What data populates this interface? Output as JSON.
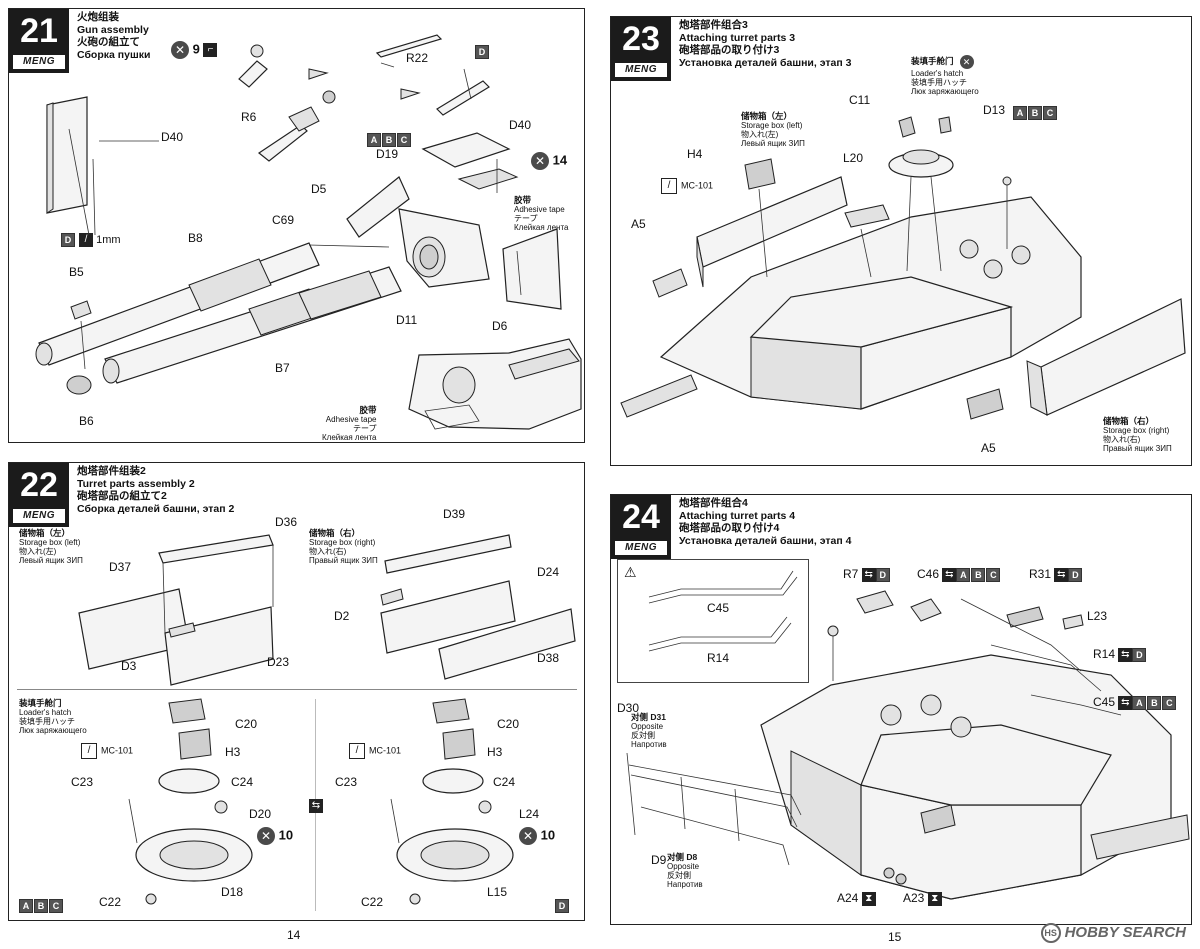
{
  "step21": {
    "num": "21",
    "brand": "MENG",
    "zh": "火炮组装",
    "en": "Gun assembly",
    "jp": "火砲の組立て",
    "ru": "Сборка пушки",
    "x9": "9",
    "d_badge": "D",
    "size": "1mm",
    "abc": [
      "A",
      "B",
      "C"
    ],
    "x14": "14",
    "tape1": {
      "zh": "胶带",
      "en": "Adhesive tape",
      "jp": "テープ",
      "ru": "Клейкая лента"
    },
    "tape2": {
      "zh": "胶带",
      "en": "Adhesive tape",
      "jp": "テープ",
      "ru": "Клейкая лента"
    },
    "labels": {
      "R22": "R22",
      "R6": "R6",
      "D40a": "D40",
      "D40b": "D40",
      "D19": "D19",
      "D5": "D5",
      "C69": "C69",
      "B8": "B8",
      "B5": "B5",
      "B7": "B7",
      "B6": "B6",
      "D11": "D11",
      "D6": "D6"
    }
  },
  "step22": {
    "num": "22",
    "brand": "MENG",
    "zh": "炮塔部件组装2",
    "en": "Turret parts assembly 2",
    "jp": "砲塔部品の組立て2",
    "ru": "Сборка деталей башни, этап 2",
    "boxL": {
      "zh": "储物箱（左）",
      "en": "Storage box (left)",
      "jp": "物入れ(左)",
      "ru": "Левый ящик ЗИП"
    },
    "boxR": {
      "zh": "储物箱（右）",
      "en": "Storage box (right)",
      "jp": "物入れ(右)",
      "ru": "Правый ящик ЗИП"
    },
    "hatch": {
      "zh": "装填手舱门",
      "en": "Loader's hatch",
      "jp": "装填手用ハッチ",
      "ru": "Люк заряжающего"
    },
    "paint": "MC-101",
    "x10": "10",
    "abc": [
      "A",
      "B",
      "C"
    ],
    "d": "D",
    "labels": {
      "D36": "D36",
      "D37": "D37",
      "D3": "D3",
      "D23": "D23",
      "D39": "D39",
      "D24": "D24",
      "D2": "D2",
      "D38": "D38",
      "C20a": "C20",
      "H3a": "H3",
      "C23a": "C23",
      "C24a": "C24",
      "D20": "D20",
      "C22a": "C22",
      "D18": "D18",
      "C20b": "C20",
      "H3b": "H3",
      "C23b": "C23",
      "C24b": "C24",
      "L24": "L24",
      "C22b": "C22",
      "L15": "L15"
    }
  },
  "step23": {
    "num": "23",
    "brand": "MENG",
    "zh": "炮塔部件组合3",
    "en": "Attaching turret parts 3",
    "jp": "砲塔部品の取り付け3",
    "ru": "Установка деталей башни, этап 3",
    "hatch": {
      "zh": "装填手舱门",
      "en": "Loader's hatch",
      "jp": "装填手用ハッチ",
      "ru": "Люк заряжающего"
    },
    "boxL": {
      "zh": "储物箱（左）",
      "en": "Storage box (left)",
      "jp": "物入れ(左)",
      "ru": "Левый ящик ЗИП"
    },
    "boxR": {
      "zh": "储物箱（右）",
      "en": "Storage box (right)",
      "jp": "物入れ(右)",
      "ru": "Правый ящик ЗИП"
    },
    "paint": "MC-101",
    "abc": [
      "A",
      "B",
      "C"
    ],
    "labels": {
      "C11": "C11",
      "D13": "D13",
      "H4": "H4",
      "L20": "L20",
      "A5a": "A5",
      "A5b": "A5"
    }
  },
  "step24": {
    "num": "24",
    "brand": "MENG",
    "zh": "炮塔部件组合4",
    "en": "Attaching turret parts 4",
    "jp": "砲塔部品の取り付け4",
    "ru": "Установка деталей башни, этап 4",
    "opp1": {
      "zh": "对侧",
      "ref": "D31",
      "en": "Opposite",
      "jp": "反対側",
      "ru": "Напротив"
    },
    "opp2": {
      "zh": "对侧",
      "ref": "D8",
      "en": "Opposite",
      "jp": "反対側",
      "ru": "Напротив"
    },
    "abc": [
      "A",
      "B",
      "C"
    ],
    "d": "D",
    "labels": {
      "C45a": "C45",
      "R14a": "R14",
      "R7": "R7",
      "C46": "C46",
      "R31": "R31",
      "L23": "L23",
      "R14b": "R14",
      "C45b": "C45",
      "D30": "D30",
      "D9": "D9",
      "A24": "A24",
      "A23": "A23"
    }
  },
  "pages": {
    "left": "14",
    "right": "15"
  },
  "watermark": "HOBBY SEARCH"
}
